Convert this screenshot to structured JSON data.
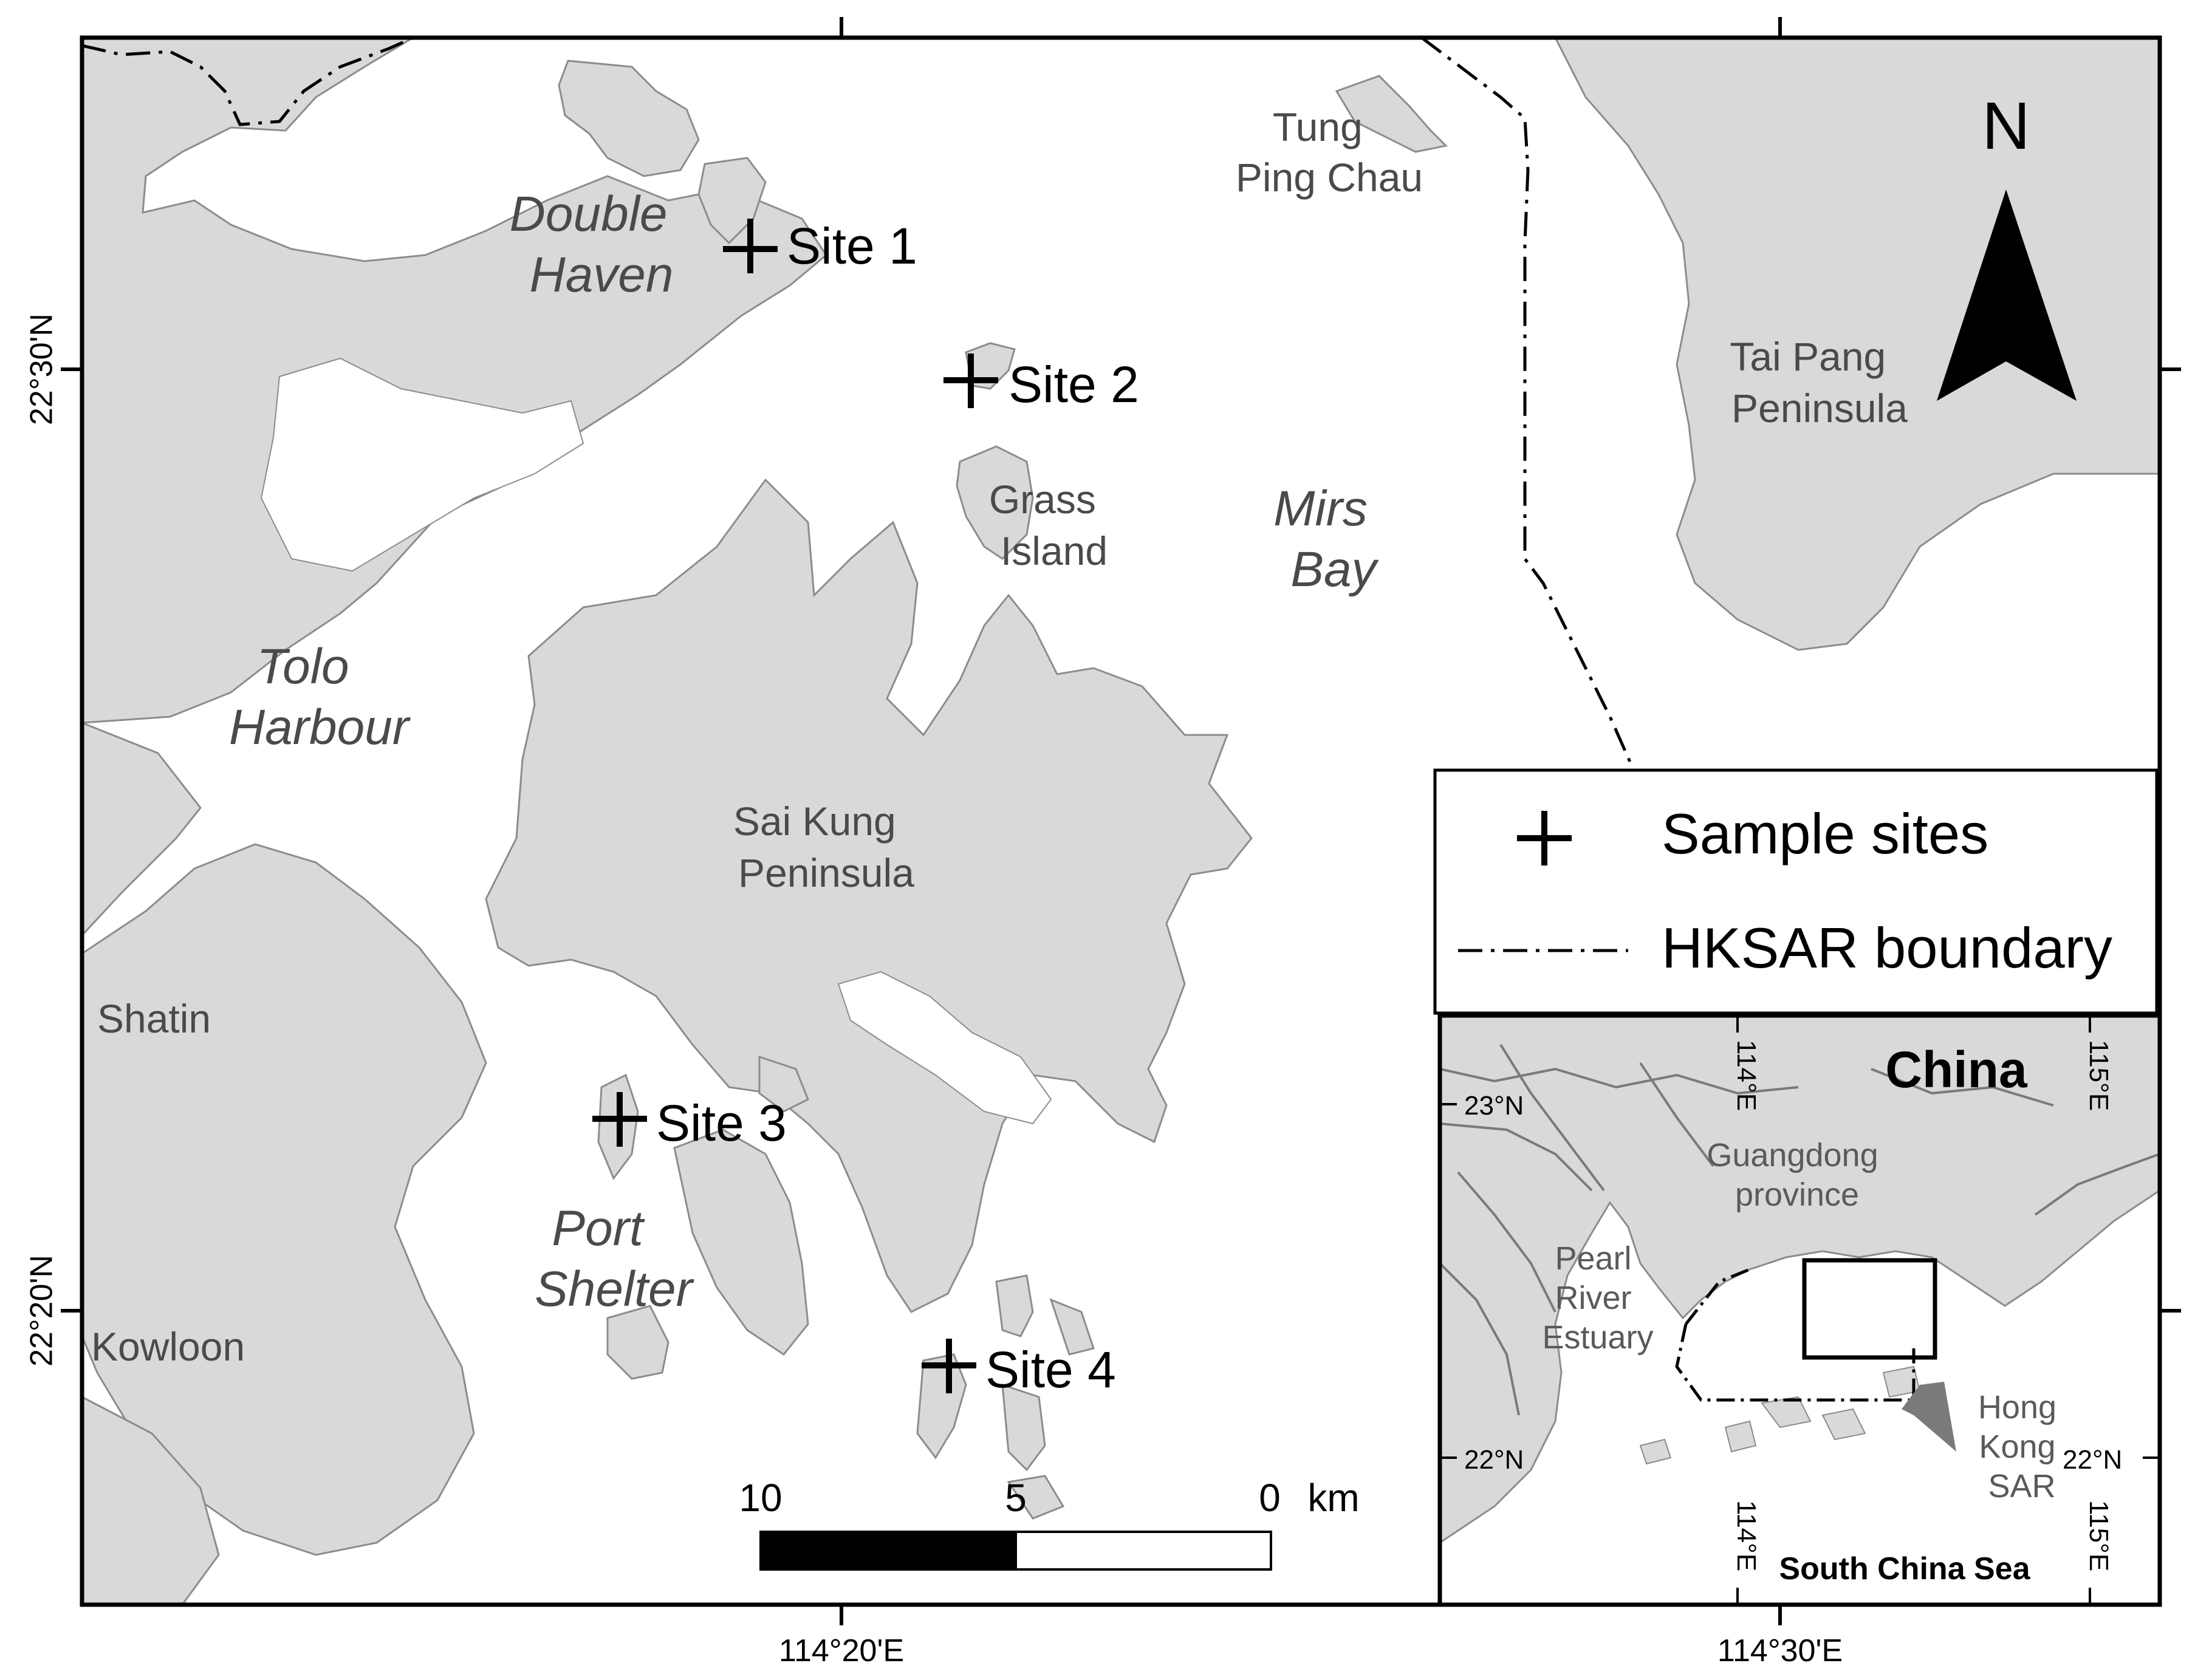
{
  "map": {
    "colors": {
      "land": "#d9d9d9",
      "land_edge": "#8c8c8c",
      "water": "#ffffff",
      "frame": "#000000",
      "label_gray": "#4a4a4a"
    },
    "north_arrow": {
      "label": "N"
    },
    "water_labels": [
      {
        "lines": [
          "Double",
          "Haven"
        ]
      },
      {
        "lines": [
          "Tolo",
          "Harbour"
        ]
      },
      {
        "lines": [
          "Mirs",
          "Bay"
        ]
      },
      {
        "lines": [
          "Port",
          "Shelter"
        ]
      }
    ],
    "land_labels": [
      {
        "lines": [
          "Tung",
          "Ping Chau"
        ]
      },
      {
        "lines": [
          "Tai Pang",
          "Peninsula"
        ]
      },
      {
        "lines": [
          "Grass",
          "Island"
        ]
      },
      {
        "lines": [
          "Sai Kung",
          "Peninsula"
        ]
      },
      {
        "lines": [
          "Shatin"
        ]
      },
      {
        "lines": [
          "Kowloon"
        ]
      }
    ],
    "sites": [
      {
        "label": "Site 1"
      },
      {
        "label": "Site 2"
      },
      {
        "label": "Site 3"
      },
      {
        "label": "Site 4"
      }
    ],
    "ticks": {
      "left": [
        "22°30'N",
        "22°20'N"
      ],
      "bottom": [
        "114°20'E",
        "114°30'E"
      ]
    },
    "scale_bar": {
      "labels": [
        "10",
        "5",
        "0"
      ],
      "unit": "km",
      "distances_km": [
        10,
        5,
        0
      ]
    },
    "legend": {
      "items": [
        {
          "symbol": "cross-icon",
          "label": "Sample sites"
        },
        {
          "symbol": "dash-dot-line",
          "label": "HKSAR boundary"
        }
      ]
    },
    "inset": {
      "title": "China",
      "region_labels": [
        {
          "lines": [
            "Guangdong",
            "province"
          ]
        },
        {
          "lines": [
            "Pearl",
            "River",
            "Estuary"
          ]
        },
        {
          "lines": [
            "Hong",
            "Kong",
            "SAR"
          ]
        }
      ],
      "sea_label": "South China Sea",
      "ticks_top": [
        "114°E",
        "115°E"
      ],
      "ticks_bottom": [
        "114°E",
        "115°E"
      ],
      "ticks_left": [
        "23°N",
        "22°N"
      ],
      "ticks_right": [
        "22°N"
      ]
    }
  }
}
